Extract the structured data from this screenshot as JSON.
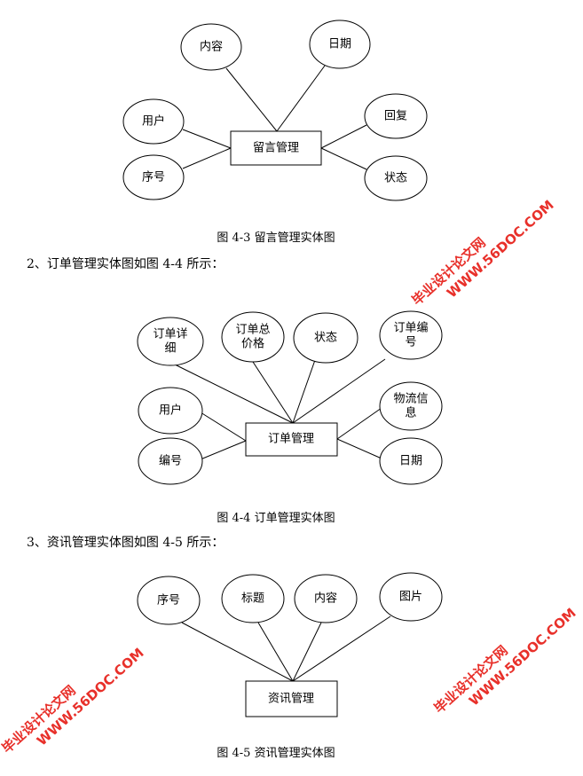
{
  "diagram1": {
    "entity": "留言管理",
    "attributes": [
      "内容",
      "日期",
      "用户",
      "回复",
      "序号",
      "状态"
    ],
    "caption": "图 4-3 留言管理实体图"
  },
  "para2": "2、订单管理实体图如图 4-4 所示：",
  "diagram2": {
    "entity": "订单管理",
    "attributes": [
      [
        "订单详",
        "细"
      ],
      [
        "订单总",
        "价格"
      ],
      [
        "状态"
      ],
      [
        "订单编",
        "号"
      ],
      [
        "用户"
      ],
      [
        "编号"
      ],
      [
        "物流信",
        "息"
      ],
      [
        "日期"
      ]
    ],
    "caption": "图 4-4 订单管理实体图"
  },
  "para3": "3、资讯管理实体图如图 4-5 所示：",
  "diagram3": {
    "entity": "资讯管理",
    "attributes": [
      "序号",
      "标题",
      "内容",
      "图片"
    ],
    "caption": "图 4-5 资讯管理实体图"
  },
  "watermark": {
    "site_name": "毕业设计论文网",
    "url": "WWW.56DOC.COM",
    "color": "#e8302a"
  }
}
